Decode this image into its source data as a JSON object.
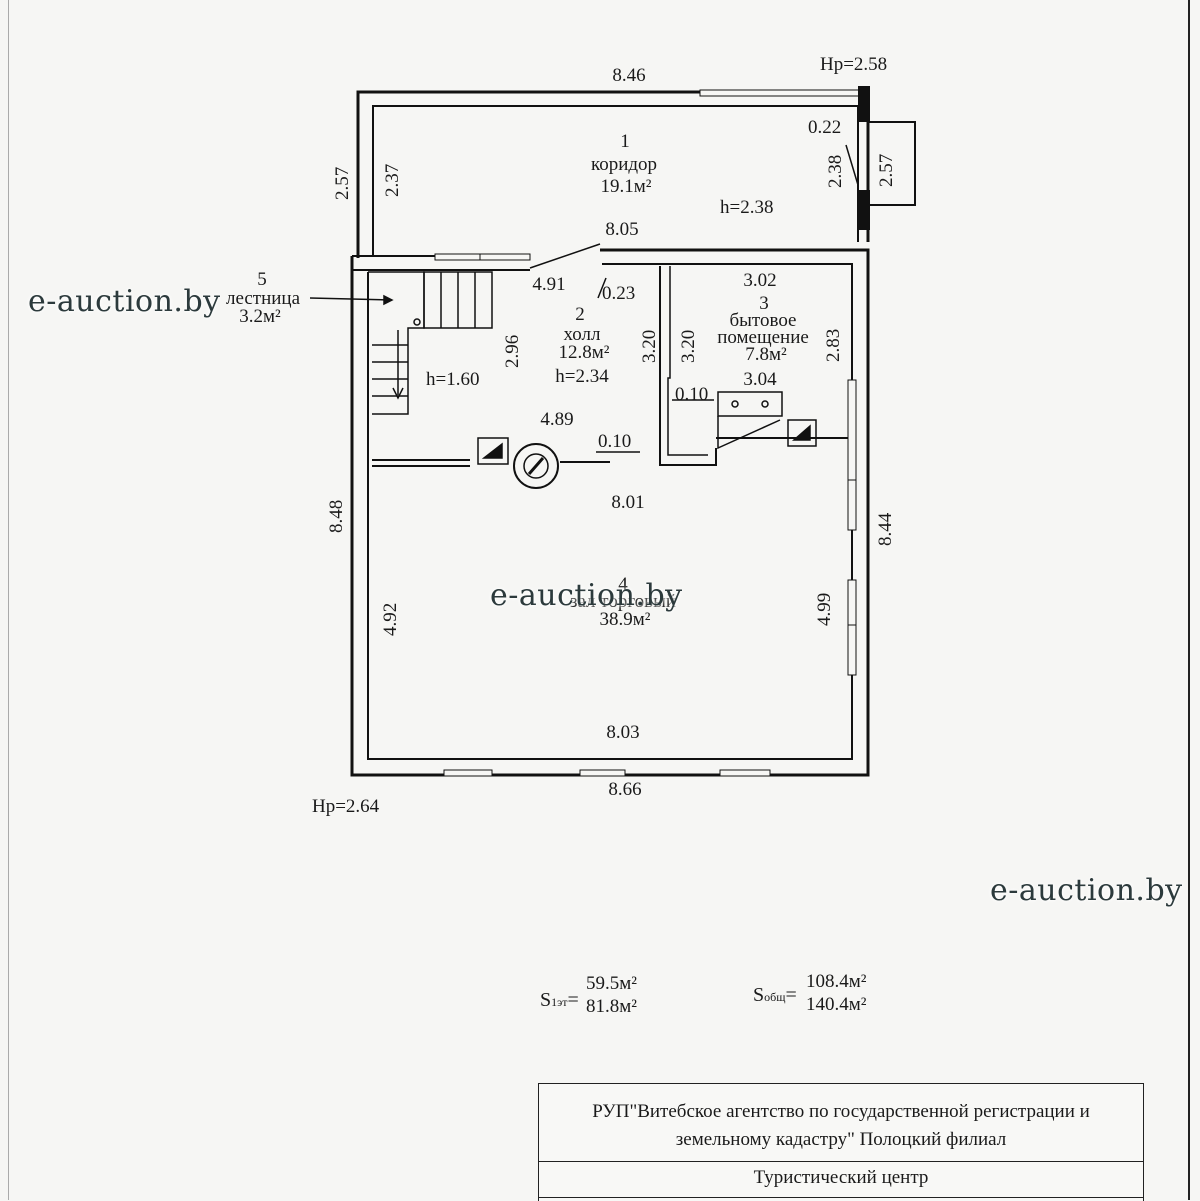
{
  "watermark": "e-auction.by",
  "rooms": [
    {
      "num": "1",
      "name": "коридор",
      "area": "19.1м²",
      "height": "h=2.38"
    },
    {
      "num": "2",
      "name": "холл",
      "area": "12.8м²",
      "height": "h=2.34"
    },
    {
      "num": "3",
      "name_line1": "бытовое",
      "name_line2": "помещение",
      "area": "7.8м²"
    },
    {
      "num": "4",
      "name": "зал торговый",
      "area": "38.9м²"
    },
    {
      "num": "5",
      "name": "лестница",
      "area": "3.2м²",
      "height": "h=1.60"
    }
  ],
  "dimensions": {
    "top_outer": "8.46",
    "hp_top": "Hp=2.58",
    "porch": "0.22",
    "left_outer_top": "2.57",
    "left_inner_top": "2.37",
    "right_inner_top": "2.38",
    "right_outer_top": "2.57",
    "corridor_inner": "8.05",
    "hall_wall": "4.91",
    "wall_023": "0.23",
    "room3_top": "3.02",
    "room3_right": "2.83",
    "hall_height_dim": "2.96",
    "room3_left_a": "3.20",
    "room3_left_b": "3.20",
    "wall_010_a": "0.10",
    "room3_bottom": "3.04",
    "hall_bottom": "4.89",
    "wall_010_b": "0.10",
    "hall_inner": "8.01",
    "left_outer": "8.48",
    "right_outer": "8.44",
    "left_inner": "4.92",
    "right_inner": "4.99",
    "bottom_inner": "8.03",
    "bottom_outer": "8.66",
    "hp_bottom": "Hp=2.64"
  },
  "summary": {
    "s1_label": "S",
    "s1_sub": "1эт",
    "s1_val1": "59.5м²",
    "s1_val2": "81.8м²",
    "sobsh_label": "S",
    "sobsh_sub": "общ",
    "sobsh_val1": "108.4м²",
    "sobsh_val2": "140.4м²"
  },
  "stamp": {
    "org_line1": "РУП\"Витебское агентство по государственной регистрации и",
    "org_line2": "земельному кадастру\" Полоцкий филиал",
    "object": "Туристический центр"
  }
}
